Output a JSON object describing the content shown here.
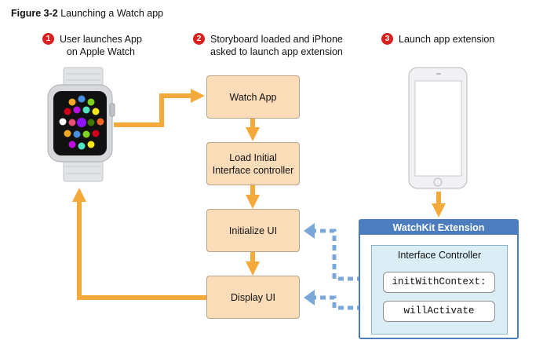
{
  "figure": {
    "number": "Figure 3-2",
    "title": "Launching a Watch app"
  },
  "steps": [
    {
      "number": "1",
      "text": "User launches App\non Apple Watch"
    },
    {
      "number": "2",
      "text": "Storyboard loaded and iPhone\nasked to launch app extension"
    },
    {
      "number": "3",
      "text": "Launch app extension"
    }
  ],
  "flow_boxes": [
    {
      "label": "Watch App"
    },
    {
      "label": "Load Initial\nInterface controller"
    },
    {
      "label": "Initialize UI"
    },
    {
      "label": "Display UI"
    }
  ],
  "extension": {
    "title": "WatchKit Extension",
    "controller_title": "Interface Controller",
    "methods": [
      "initWithContext:",
      "willActivate"
    ]
  },
  "colors": {
    "flow_fill": "#fbdcb8",
    "arrow_orange": "#f4a93b",
    "arrow_blue_dashed": "#7aa7da",
    "extension_header": "#4b7dbf",
    "controller_fill": "#dceef5",
    "badge_red": "#d9211f"
  },
  "icons": [
    "apple-watch-icon",
    "iphone-icon"
  ]
}
